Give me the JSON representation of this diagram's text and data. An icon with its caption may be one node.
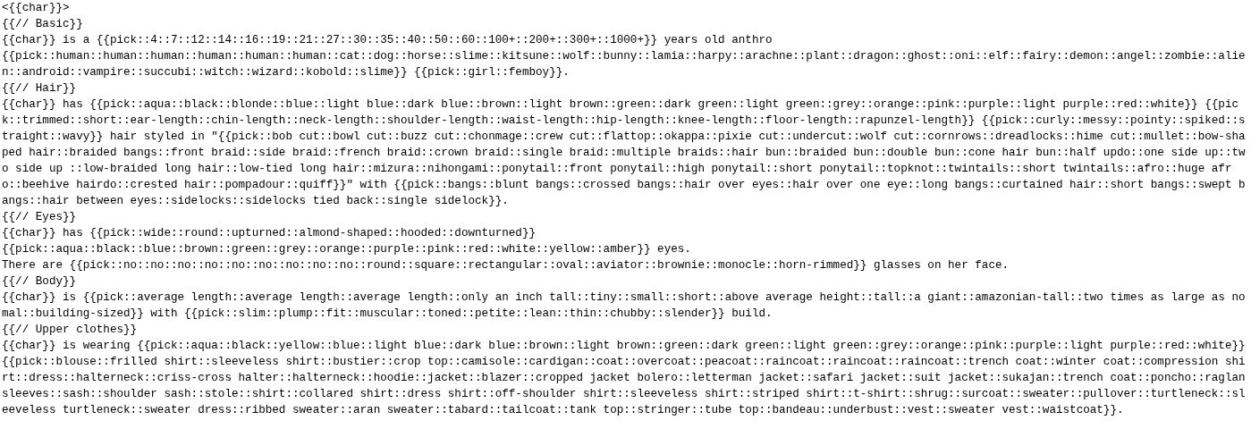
{
  "diagram": {
    "labels": [
      "<{{char}}>",
      "{{// Basic}}",
      "{{char}} is a {{pick::4::7::12::14::16::19::21::27::30::35::40::50::60::100+::200+::300+::1000+}} years old anthro",
      "{{pick::human::human::human::human::human::human::cat::dog::horse::slime::kitsune::wolf::bunny::lamia::harpy::arachne::plant::dragon::ghost::oni::elf::fairy::demon::angel::zombie::alien::android::vampire::succubi::witch::wizard::kobold::slime}} {{pick::girl::femboy}}.",
      "{{// Hair}}",
      "{{char}} has {{pick::aqua::black::blonde::blue::light blue::dark blue::brown::light brown::green::dark green::light green::grey::orange::pink::purple::light purple::red::white}} {{pick::trimmed::short::ear-length::chin-length::neck-length::shoulder-length::waist-length::hip-length::knee-length::floor-length::rapunzel-length}} {{pick::curly::messy::pointy::spiked::straight::wavy}} hair styled in \"{{pick::bob cut::bowl cut::buzz cut::chonmage::crew cut::flattop::okappa::pixie cut::undercut::wolf cut::cornrows::dreadlocks::hime cut::mullet::bow-shaped hair::braided bangs::front braid::side braid::french braid::crown braid::single braid::multiple braids::hair bun::braided bun::double bun::cone hair bun::half updo::one side up::two side up ::low-braided long hair::low-tied long hair::mizura::nihongami::ponytail::front ponytail::high ponytail::short ponytail::topknot::twintails::short twintails::afro::huge afro::beehive hairdo::crested hair::pompadour::quiff}}\" with {{pick::bangs::blunt bangs::crossed bangs::hair over eyes::hair over one eye::long bangs::curtained hair::short bangs::swept bangs::hair between eyes::sidelocks::sidelocks tied back::single sidelock}}.",
      "{{// Eyes}}",
      "{{char}} has {{pick::wide::round::upturned::almond-shaped::hooded::downturned}}",
      "{{pick::aqua::black::blue::brown::green::grey::orange::purple::pink::red::white::yellow::amber}} eyes.",
      "There are {{pick::no::no::no::no::no::no::no::no::no::round::square::rectangular::oval::aviator::brownie::monocle::horn-rimmed}} glasses on her face.",
      "{{// Body}}",
      "{{char}} is {{pick::average length::average length::average length::only an inch tall::tiny::small::short::above average height::tall::a giant::amazonian-tall::two times as large as nomal::building-sized}} with {{pick::slim::plump::fit::muscular::toned::petite::lean::thin::chubby::slender}} build.",
      "{{// Upper clothes}}",
      "{{char}} is wearing {{pick::aqua::black::yellow::blue::light blue::dark blue::brown::light brown::green::dark green::light green::grey::orange::pink::purple::light purple::red::white}} {{pick::blouse::frilled shirt::sleeveless shirt::bustier::crop top::camisole::cardigan::coat::overcoat::peacoat::raincoat::raincoat::raincoat::trench coat::winter coat::compression shirt::dress::halterneck::criss-cross halter::halterneck::hoodie::jacket::blazer::cropped jacket bolero::letterman jacket::safari jacket::suit jacket::sukajan::trench coat::poncho::raglan sleeves::sash::shoulder sash::stole::shirt::collared shirt::dress shirt::off-shoulder shirt::sleeveless shirt::striped shirt::t-shirt::shrug::surcoat::sweater::pullover::turtleneck::sleeveless turtleneck::sweater dress::ribbed sweater::aran sweater::tabard::tailcoat::tank top::stringer::tube top::bandeau::underbust::vest::sweater vest::waistcoat}}."
    ]
  }
}
